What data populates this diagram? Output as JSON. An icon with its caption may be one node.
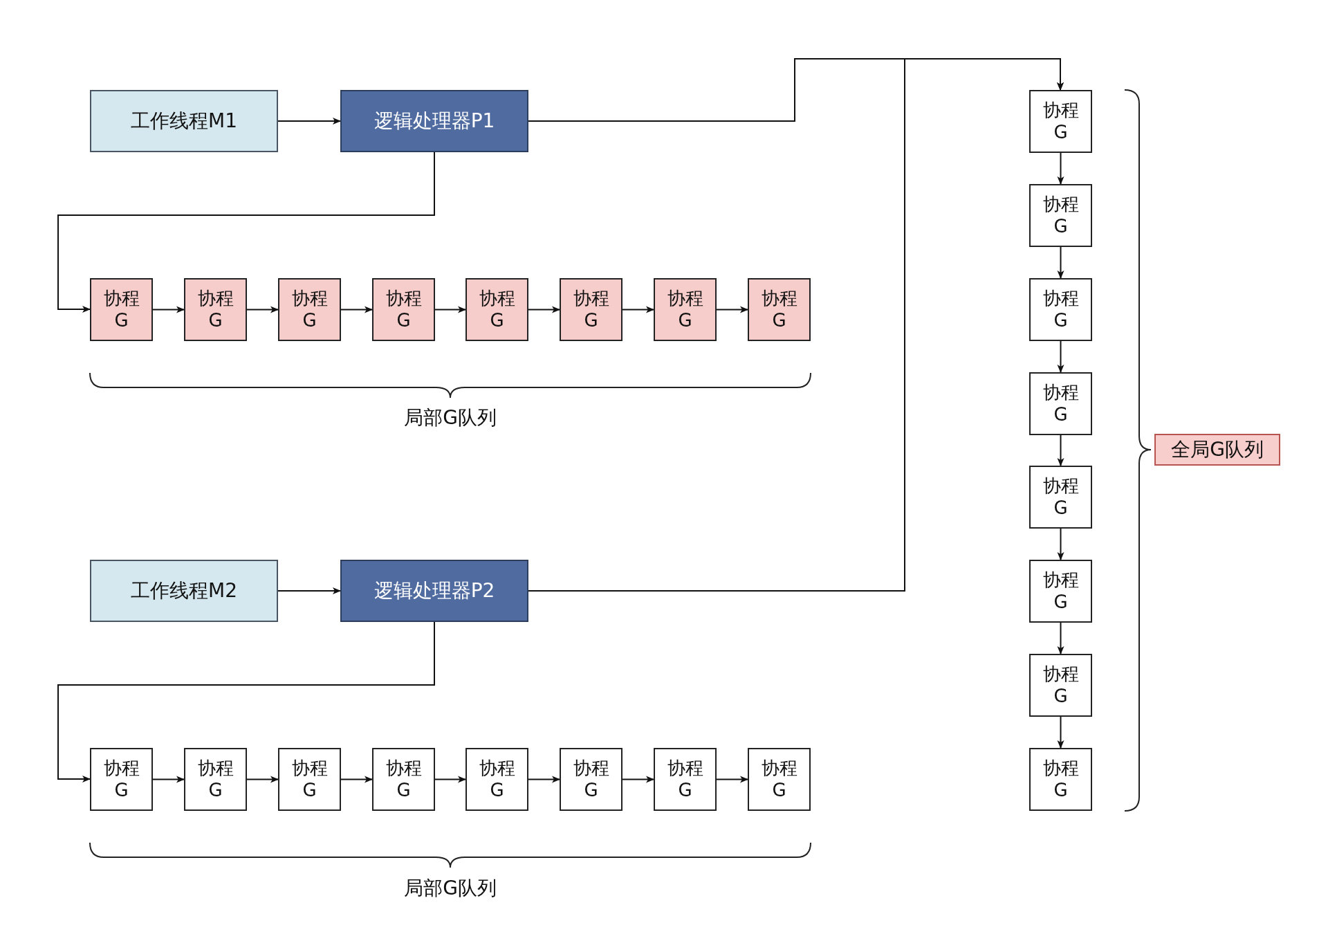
{
  "diagram": {
    "nodes": [
      {
        "text": [
          "工作线程M1"
        ]
      },
      {
        "text": [
          "逻辑处理器P1"
        ]
      },
      {
        "text": [
          "协程 G"
        ]
      },
      {
        "text": [
          "协程 G"
        ]
      },
      {
        "text": [
          "协程 G"
        ]
      },
      {
        "text": [
          "协程 G"
        ]
      },
      {
        "text": [
          "协程 G"
        ]
      },
      {
        "text": [
          "协程 G"
        ]
      },
      {
        "text": [
          "协程 G"
        ]
      },
      {
        "text": [
          "协程 G"
        ]
      },
      {
        "text": [
          "工作线程M2"
        ]
      },
      {
        "text": [
          "逻辑处理器P2"
        ]
      },
      {
        "text": [
          "协程 G"
        ]
      },
      {
        "text": [
          "协程 G"
        ]
      },
      {
        "text": [
          "协程 G"
        ]
      },
      {
        "text": [
          "协程 G"
        ]
      },
      {
        "text": [
          "协程 G"
        ]
      },
      {
        "text": [
          "协程 G"
        ]
      },
      {
        "text": [
          "协程 G"
        ]
      },
      {
        "text": [
          "协程 G"
        ]
      },
      {
        "text": [
          "协程 G"
        ]
      },
      {
        "text": [
          "协程 G"
        ]
      },
      {
        "text": [
          "协程 G"
        ]
      },
      {
        "text": [
          "协程 G"
        ]
      },
      {
        "text": [
          "协程 G"
        ]
      },
      {
        "text": [
          "协程 G"
        ]
      },
      {
        "text": [
          "协程 G"
        ]
      },
      {
        "text": [
          "协程 G"
        ]
      },
      {
        "text": [
          "全局G队列"
        ]
      }
    ],
    "edges": [
      {
        "from": 0,
        "to": 1,
        "arrow": "to"
      },
      {
        "from": 1,
        "to": 2,
        "arrow": "to"
      },
      {
        "from": 2,
        "to": 3,
        "arrow": "to"
      },
      {
        "from": 3,
        "to": 4,
        "arrow": "to"
      },
      {
        "from": 4,
        "to": 5,
        "arrow": "to"
      },
      {
        "from": 5,
        "to": 6,
        "arrow": "to"
      },
      {
        "from": 6,
        "to": 7,
        "arrow": "to"
      },
      {
        "from": 7,
        "to": 8,
        "arrow": "to"
      },
      {
        "from": 8,
        "to": 9,
        "arrow": "to"
      },
      {
        "from": 1,
        "to": 20,
        "arrow": "to"
      },
      {
        "from": 10,
        "to": 11,
        "arrow": "to"
      },
      {
        "from": 11,
        "to": 12,
        "arrow": "to"
      },
      {
        "from": 12,
        "to": 13,
        "arrow": "to"
      },
      {
        "from": 13,
        "to": 14,
        "arrow": "to"
      },
      {
        "from": 14,
        "to": 15,
        "arrow": "to"
      },
      {
        "from": 15,
        "to": 16,
        "arrow": "to"
      },
      {
        "from": 16,
        "to": 17,
        "arrow": "to"
      },
      {
        "from": 17,
        "to": 18,
        "arrow": "to"
      },
      {
        "from": 18,
        "to": 19,
        "arrow": "to"
      },
      {
        "from": 11,
        "to": 20,
        "arrow": "to"
      },
      {
        "from": 20,
        "to": 21,
        "arrow": "to"
      },
      {
        "from": 21,
        "to": 22,
        "arrow": "to"
      },
      {
        "from": 22,
        "to": 23,
        "arrow": "to"
      },
      {
        "from": 23,
        "to": 24,
        "arrow": "to"
      },
      {
        "from": 24,
        "to": 25,
        "arrow": "to"
      },
      {
        "from": 25,
        "to": 26,
        "arrow": "to"
      },
      {
        "from": 26,
        "to": 27,
        "arrow": "to"
      }
    ],
    "labels": [
      "局部G队列",
      "局部G队列"
    ]
  }
}
